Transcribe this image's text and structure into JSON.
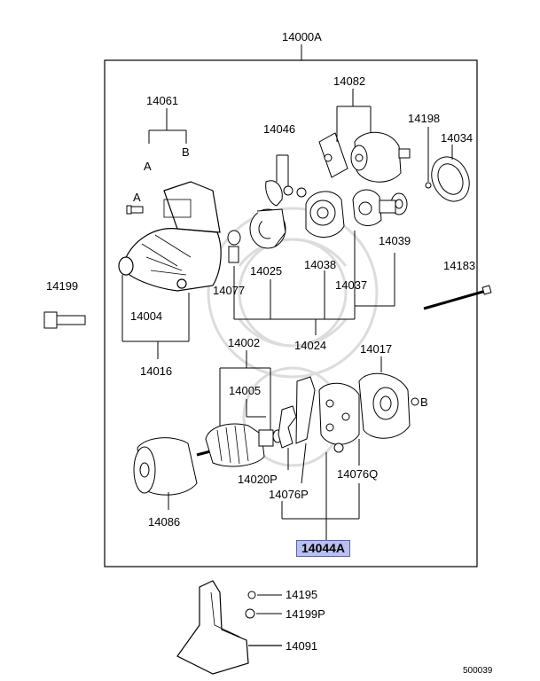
{
  "diagram": {
    "assembly_label": "14000A",
    "highlighted_part": "14044A",
    "highlight_color": "#b9bff0",
    "reference_code": "500039",
    "callouts": {
      "c14061": "14061",
      "a1": "A",
      "b1": "B",
      "a2": "A",
      "c14046": "14046",
      "c14082": "14082",
      "c14198": "14198",
      "c14034": "14034",
      "c14039": "14039",
      "c14025": "14025",
      "c14038": "14038",
      "c14077": "14077",
      "c14037": "14037",
      "c14183": "14183",
      "c14199": "14199",
      "c14004": "14004",
      "c14024": "14024",
      "c14016": "14016",
      "c14002": "14002",
      "c14017": "14017",
      "c14005": "14005",
      "b2": "B",
      "c14020P": "14020P",
      "c14076Q": "14076Q",
      "c14076P": "14076P",
      "c14086": "14086",
      "c14195": "14195",
      "c14199P": "14199P",
      "c14091": "14091"
    }
  }
}
